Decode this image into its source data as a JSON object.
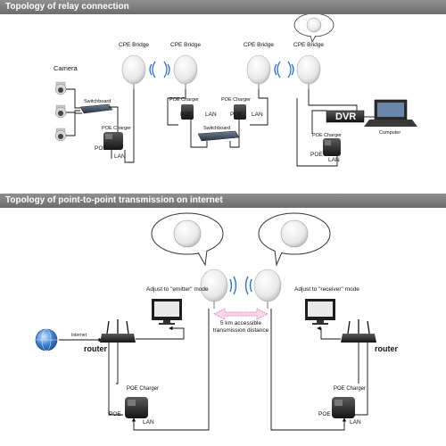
{
  "sections": {
    "relay_title": "Topology of relay connection",
    "p2p_title_prefix": "Topology of ",
    "p2p_title_highlight": "point-to-point transmission on internet"
  },
  "relay": {
    "cpe_bridge_labels": [
      "CPE Bridge",
      "CPE Bridge",
      "CPE Bridge",
      "CPE Bridge"
    ],
    "camera_label": "Camera",
    "switchboard_left": "Switchboard",
    "switchboard_mid": "Switchboard",
    "poe_charger_left": "POE Charger",
    "poe_charger_mid1": "POE Charger",
    "poe_charger_mid2": "POE Charger",
    "poe_charger_right": "POE Charger",
    "poe_text": "POE",
    "lan_text": "LAN",
    "dvr_label": "DVR",
    "computer_label": "Computer"
  },
  "p2p": {
    "emitter_note": "Adjust to \"emitter\" mode",
    "receiver_note": "Adjust to \"receiver\" mode",
    "distance_line1": "5 km accessible",
    "distance_line2": "transmission distance",
    "internet_label": "Internet",
    "router_left": "router",
    "router_right": "router",
    "poe_charger_left": "POE Charger",
    "poe_charger_right": "POE Charger",
    "poe_text": "POE",
    "lan_text": "LAN"
  },
  "colors": {
    "banner": "#7a7a7a",
    "wave": "#2e6fd1",
    "accent_arrow": "#e06fa6"
  }
}
